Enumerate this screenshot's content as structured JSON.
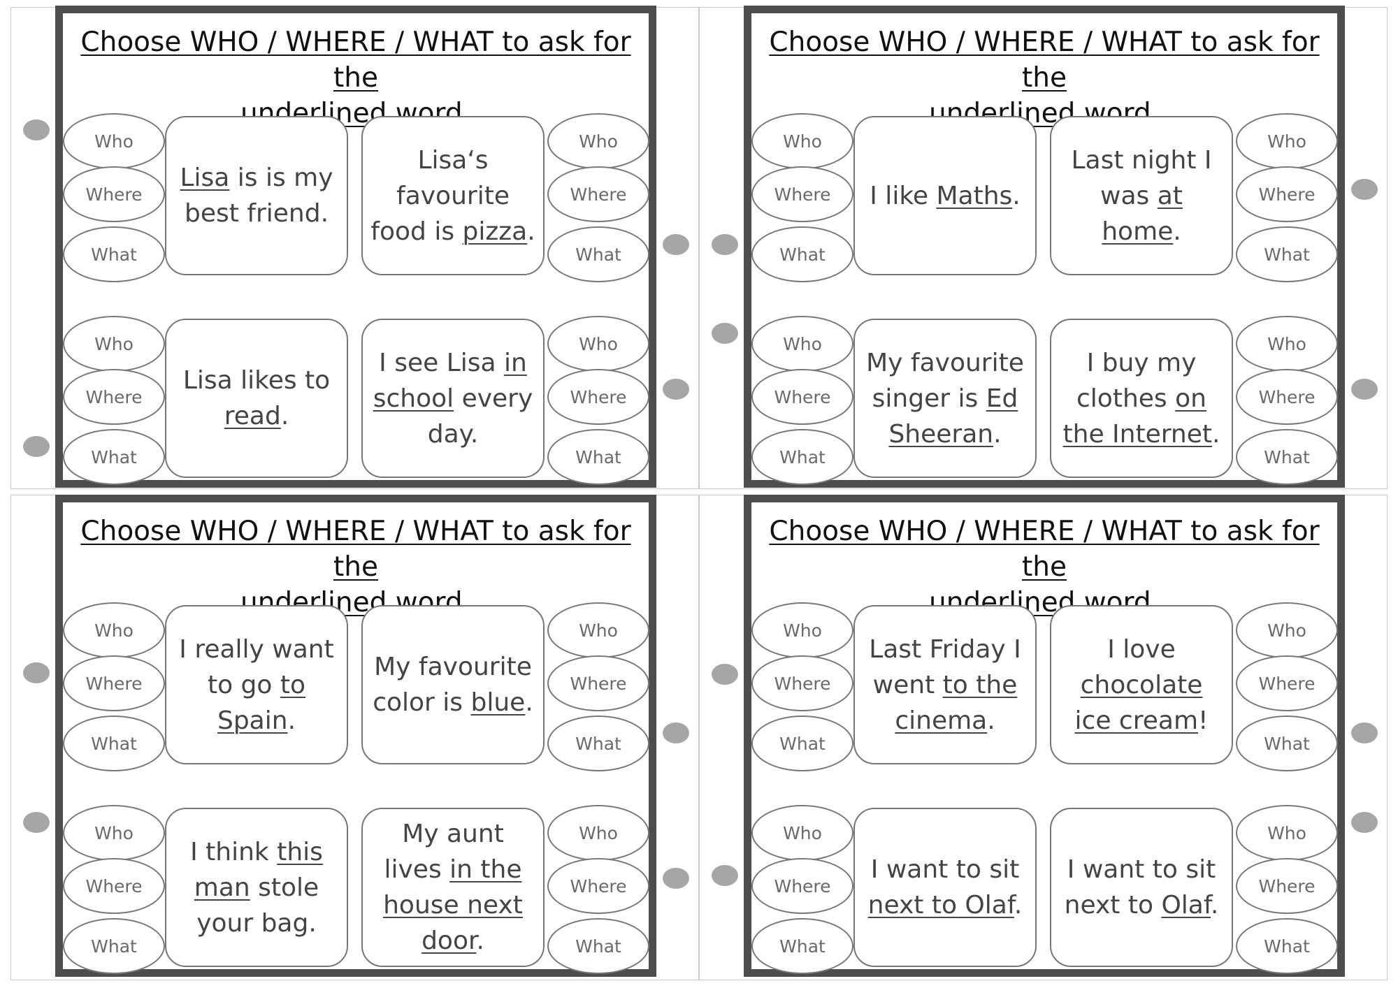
{
  "card_title_line1": "Choose WHO / WHERE / WHAT to ask for the",
  "card_title_line2": "underlined word.",
  "options": [
    "Who",
    "Where",
    "What"
  ],
  "cards": [
    {
      "sentences": [
        [
          {
            "t": "Lisa",
            "u": true
          },
          {
            "t": " is is my best friend."
          }
        ],
        [
          {
            "t": "Lisa‘s favourite food is "
          },
          {
            "t": "pizza",
            "u": true
          },
          {
            "t": "."
          }
        ],
        [
          {
            "t": "Lisa likes to "
          },
          {
            "t": "read",
            "u": true
          },
          {
            "t": "."
          }
        ],
        [
          {
            "t": "I see Lisa "
          },
          {
            "t": "in school",
            "u": true
          },
          {
            "t": " every day."
          }
        ]
      ]
    },
    {
      "sentences": [
        [
          {
            "t": "I like "
          },
          {
            "t": "Maths",
            "u": true
          },
          {
            "t": "."
          }
        ],
        [
          {
            "t": "Last night I was "
          },
          {
            "t": "at home",
            "u": true
          },
          {
            "t": "."
          }
        ],
        [
          {
            "t": "My favourite singer is "
          },
          {
            "t": "Ed Sheeran",
            "u": true
          },
          {
            "t": "."
          }
        ],
        [
          {
            "t": "I buy my clothes "
          },
          {
            "t": "on the Internet",
            "u": true
          },
          {
            "t": "."
          }
        ]
      ]
    },
    {
      "sentences": [
        [
          {
            "t": "I really want to go "
          },
          {
            "t": "to Spain",
            "u": true
          },
          {
            "t": "."
          }
        ],
        [
          {
            "t": "My favourite color is "
          },
          {
            "t": "blue",
            "u": true
          },
          {
            "t": "."
          }
        ],
        [
          {
            "t": "I think "
          },
          {
            "t": "this man",
            "u": true
          },
          {
            "t": " stole your bag."
          }
        ],
        [
          {
            "t": "My aunt lives "
          },
          {
            "t": "in the house next door",
            "u": true
          },
          {
            "t": "."
          }
        ]
      ]
    },
    {
      "sentences": [
        [
          {
            "t": "Last Friday I went "
          },
          {
            "t": "to the cinema",
            "u": true
          },
          {
            "t": "."
          }
        ],
        [
          {
            "t": "I love "
          },
          {
            "t": "chocolate ice cream",
            "u": true
          },
          {
            "t": "!"
          }
        ],
        [
          {
            "t": "I want to sit "
          },
          {
            "t": "next to Olaf",
            "u": true
          },
          {
            "t": "."
          }
        ],
        [
          {
            "t": "I want to sit next to "
          },
          {
            "t": "Olaf",
            "u": true
          },
          {
            "t": "."
          }
        ]
      ]
    }
  ],
  "colors": {
    "card_border": "#4d4d4d",
    "hole": "#a6a6a6",
    "outline": "#777777",
    "sheet_border": "#c9c9c9"
  }
}
